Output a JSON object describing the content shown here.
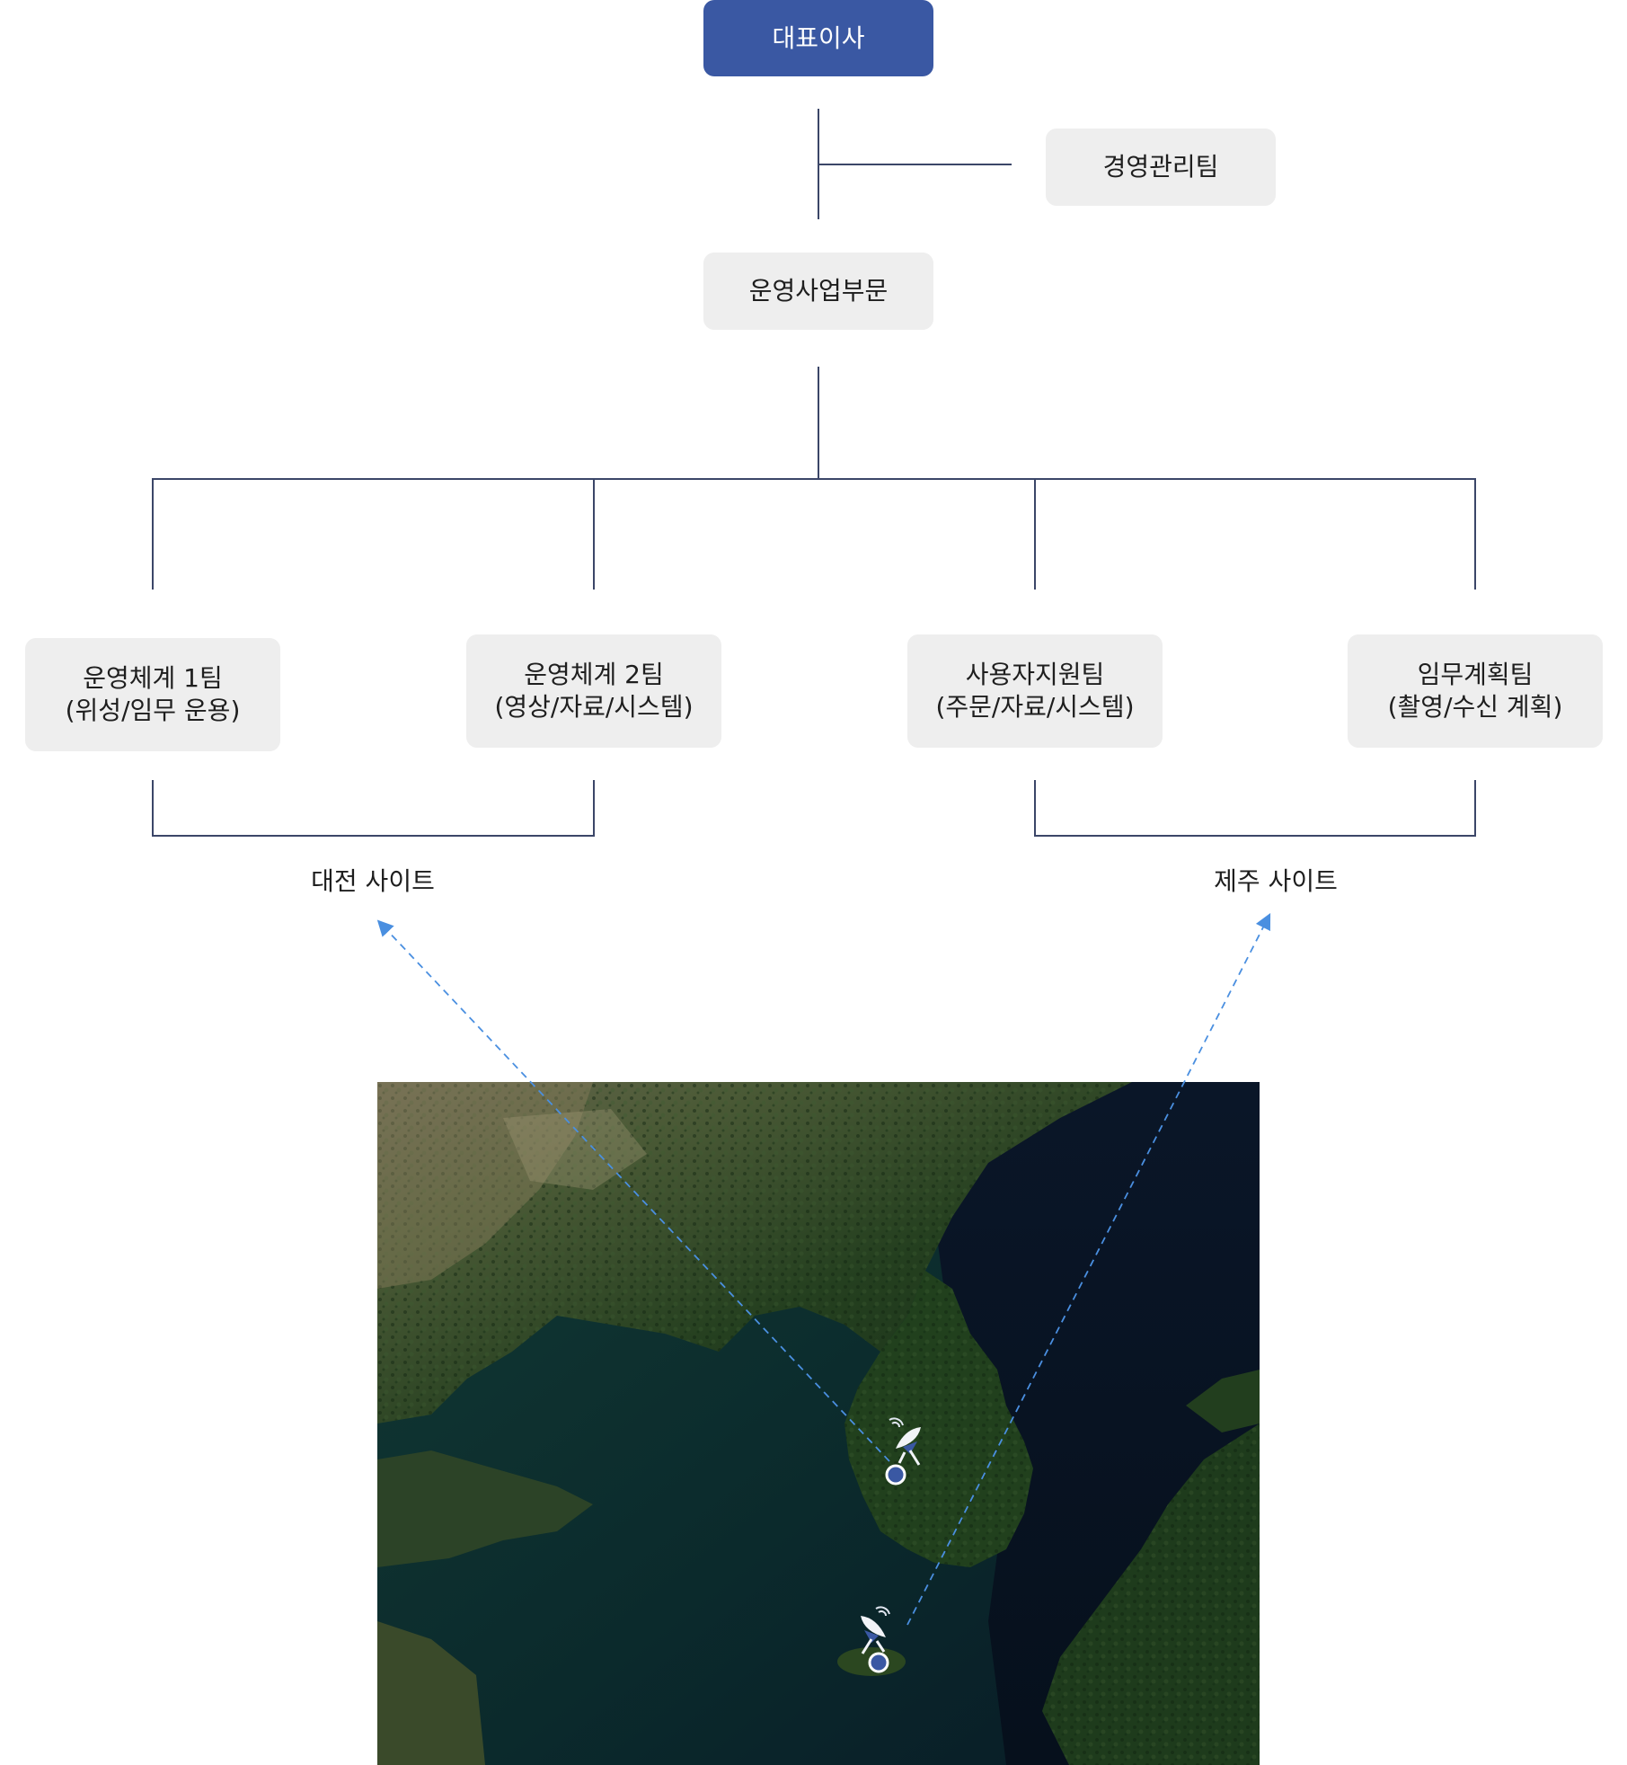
{
  "org": {
    "ceo": "대표이사",
    "management": "경영관리팀",
    "division": "운영사업부문",
    "teams": [
      {
        "line1": "운영체계 1팀",
        "line2": "(위성/임무 운용)"
      },
      {
        "line1": "운영체계 2팀",
        "line2": "(영상/자료/시스템)"
      },
      {
        "line1": "사용자지원팀",
        "line2": "(주문/자료/시스템)"
      },
      {
        "line1": "임무계획팀",
        "line2": "(촬영/수신 계획)"
      }
    ],
    "sites": {
      "daejeon": "대전 사이트",
      "jeju": "제주 사이트"
    }
  },
  "colors": {
    "primary": "#3a58a3",
    "node_bg": "#eeeeee",
    "connector": "#3b4668",
    "dashed_arrow": "#4a8fe0",
    "sea": "#0c2a2a",
    "land": "#1d3a1e"
  },
  "icons": [
    "satellite-dish-icon",
    "location-pin-icon"
  ]
}
